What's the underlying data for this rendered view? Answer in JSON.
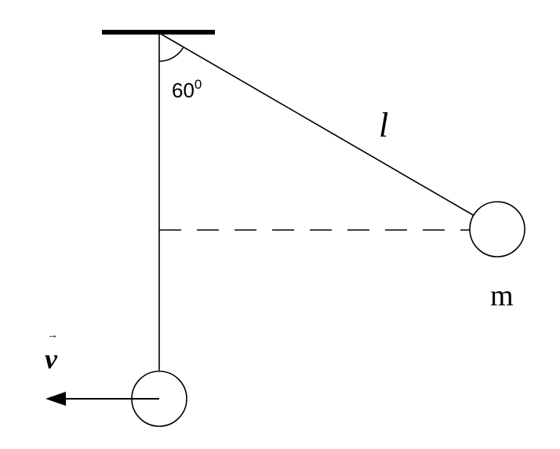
{
  "diagram": {
    "angle_value": "60",
    "angle_unit": "0",
    "length_label": "l",
    "mass_label": "m",
    "velocity_label": "v",
    "velocity_arrow": "→",
    "stroke_color": "#000000",
    "background": "#ffffff"
  }
}
